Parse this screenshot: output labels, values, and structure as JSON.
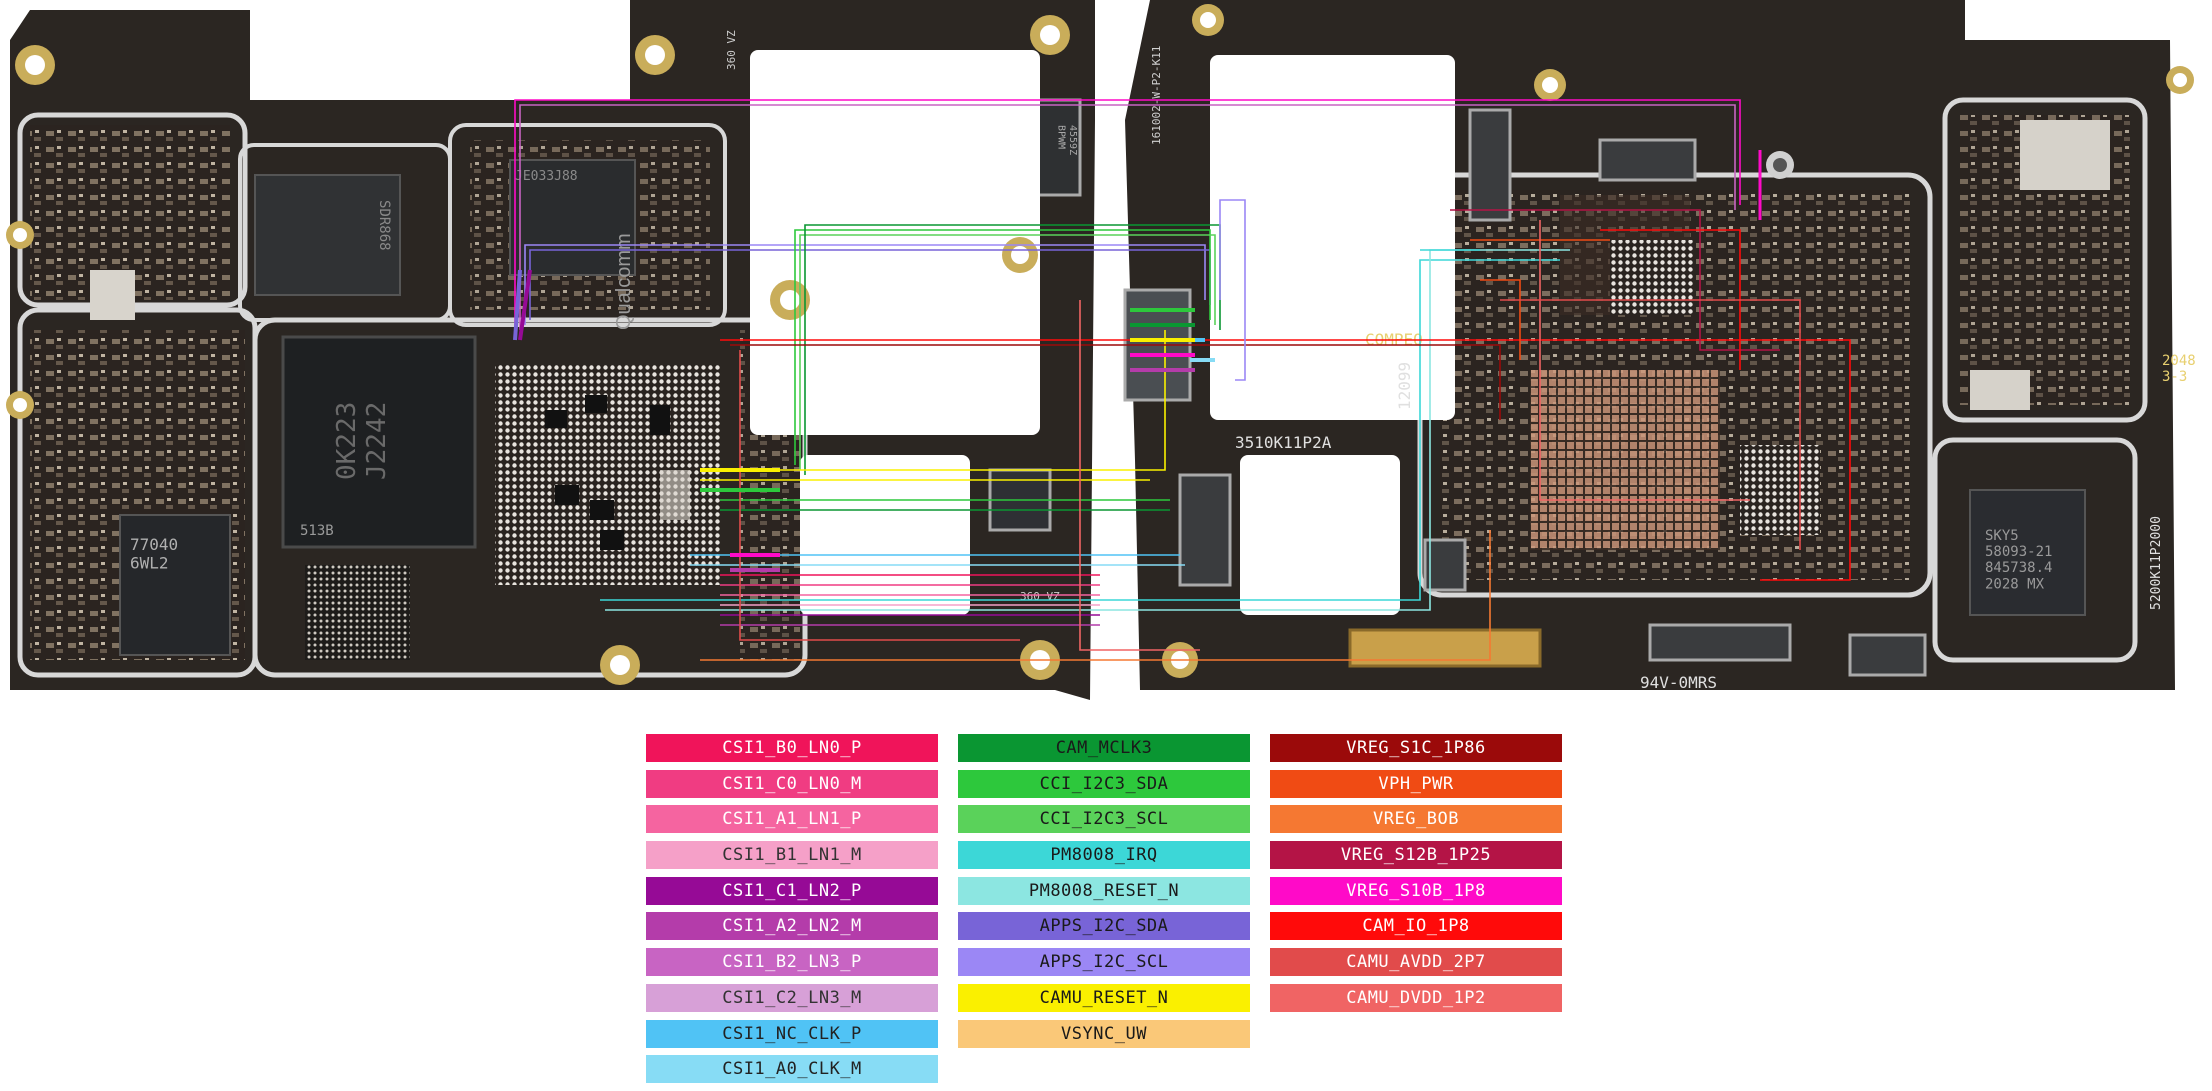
{
  "board_markings": {
    "chip_qualcomm": "Qualcomm",
    "chip_sdr": "SDR868",
    "chip_pmic": "JE033J88",
    "chip_ram": "0K223\nJ2242",
    "chip_ram_small": "513B",
    "chip_77040": "77040\n6WL2",
    "chip_skyworks": "SKY5\n58093-21\n845738.4\n2028 MX",
    "chip_4559": "4559Z\nBPWM",
    "text_360vz_top": "360 VZ",
    "text_360vz_bottom": "360 VZ",
    "text_3510": "3510K11P2A",
    "text_12099": "12099",
    "text_compeq": "COMPEQ",
    "text_2048": "2048\n3-3",
    "text_94v": "94V-0MRS",
    "text_5200": "5200K11P2000",
    "text_mac": "161002-W-P2-K11"
  },
  "legend": {
    "columns": [
      [
        {
          "label": "CSI1_B0_LN0_P",
          "color": "#f0145a",
          "text_color": "#ffffff"
        },
        {
          "label": "CSI1_C0_LN0_M",
          "color": "#f03c82",
          "text_color": "#ffffff"
        },
        {
          "label": "CSI1_A1_LN1_P",
          "color": "#f564a0",
          "text_color": "#ffffff"
        },
        {
          "label": "CSI1_B1_LN1_M",
          "color": "#f5a0c8",
          "text_color": "#333333"
        },
        {
          "label": "CSI1_C1_LN2_P",
          "color": "#960a96",
          "text_color": "#ffffff"
        },
        {
          "label": "CSI1_A2_LN2_M",
          "color": "#b43caa",
          "text_color": "#ffffff"
        },
        {
          "label": "CSI1_B2_LN3_P",
          "color": "#c864c3",
          "text_color": "#ffffff"
        },
        {
          "label": "CSI1_C2_LN3_M",
          "color": "#d7a0d7",
          "text_color": "#333333"
        },
        {
          "label": "CSI1_NC_CLK_P",
          "color": "#50c3f5",
          "text_color": "#222222"
        },
        {
          "label": "CSI1_A0_CLK_M",
          "color": "#87dcf5",
          "text_color": "#222222"
        }
      ],
      [
        {
          "label": "CAM_MCLK3",
          "color": "#0a9632",
          "text_color": "#1a1a1a"
        },
        {
          "label": "CCI_I2C3_SDA",
          "color": "#2dc83c",
          "text_color": "#1a1a1a"
        },
        {
          "label": "CCI_I2C3_SCL",
          "color": "#5ad25a",
          "text_color": "#1a1a1a"
        },
        {
          "label": "PM8008_IRQ",
          "color": "#3cd7d7",
          "text_color": "#1a1a1a"
        },
        {
          "label": "PM8008_RESET_N",
          "color": "#8ce6e1",
          "text_color": "#1a1a1a"
        },
        {
          "label": "APPS_I2C_SDA",
          "color": "#7864d7",
          "text_color": "#1a1a1a"
        },
        {
          "label": "APPS_I2C_SCL",
          "color": "#9b87f5",
          "text_color": "#1a1a1a"
        },
        {
          "label": "CAMU_RESET_N",
          "color": "#faf000",
          "text_color": "#1a1a1a"
        },
        {
          "label": "VSYNC_UW",
          "color": "#fac878",
          "text_color": "#1a1a1a"
        }
      ],
      [
        {
          "label": "VREG_S1C_1P86",
          "color": "#9b0a0a",
          "text_color": "#ffffff"
        },
        {
          "label": "VPH_PWR",
          "color": "#f04b14",
          "text_color": "#ffffff"
        },
        {
          "label": "VREG_BOB",
          "color": "#f57832",
          "text_color": "#ffffff"
        },
        {
          "label": "VREG_S12B_1P25",
          "color": "#b41446",
          "text_color": "#ffffff"
        },
        {
          "label": "VREG_S10B_1P8",
          "color": "#ff0ac8",
          "text_color": "#ffffff"
        },
        {
          "label": "CAM_IO_1P8",
          "color": "#ff0a0a",
          "text_color": "#ffffff"
        },
        {
          "label": "CAMU_AVDD_2P7",
          "color": "#e14b4b",
          "text_color": "#ffffff"
        },
        {
          "label": "CAMU_DVDD_1P2",
          "color": "#f06464",
          "text_color": "#ffffff"
        }
      ]
    ]
  }
}
